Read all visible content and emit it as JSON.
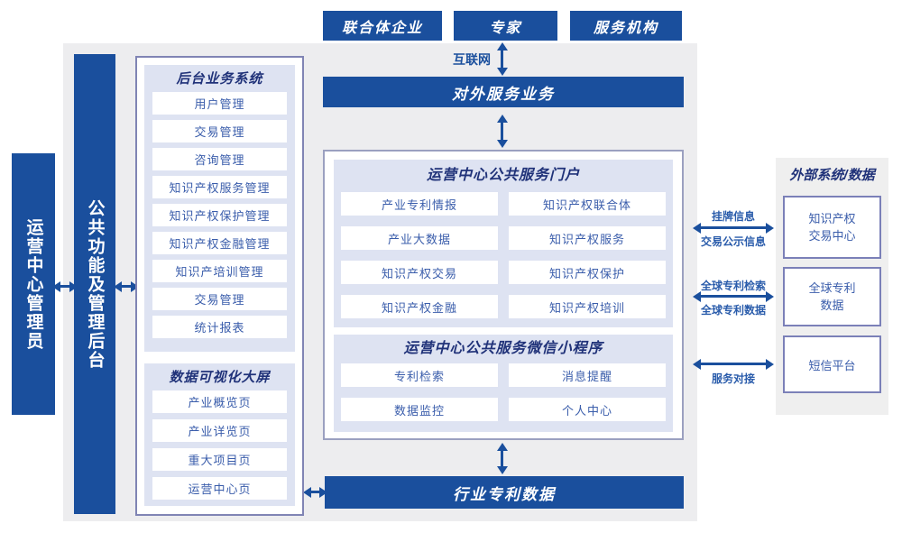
{
  "colors": {
    "primary_blue": "#1a4f9d",
    "item_text_blue": "#3a5dab",
    "heading_navy": "#203279",
    "lavender_bg": "#dee3f2",
    "panel_gray": "#ededef",
    "border_purple": "#8084b4"
  },
  "top_actors": [
    "联合体企业",
    "专家",
    "服务机构"
  ],
  "internet_label": "互联网",
  "external_service_bar": "对外服务业务",
  "admin_sidebar": {
    "admin_label": "运营中心管理员",
    "backend_bar_label": "公共功能及管理后台"
  },
  "backend_system": {
    "title": "后台业务系统",
    "items": [
      "用户管理",
      "交易管理",
      "咨询管理",
      "知识产权服务管理",
      "知识产权保护管理",
      "知识产权金融管理",
      "知识产培训管理",
      "交易管理",
      "统计报表"
    ]
  },
  "dashboard": {
    "title": "数据可视化大屏",
    "items": [
      "产业概览页",
      "产业详览页",
      "重大项目页",
      "运营中心页"
    ]
  },
  "portal": {
    "title": "运营中心公共服务门户",
    "items": [
      "产业专利情报",
      "知识产权联合体",
      "产业大数据",
      "知识产权服务",
      "知识产权交易",
      "知识产权保护",
      "知识产权金融",
      "知识产权培训"
    ]
  },
  "miniprogram": {
    "title": "运营中心公共服务微信小程序",
    "items": [
      "专利检索",
      "消息提醒",
      "数据监控",
      "个人中心"
    ]
  },
  "bottom_bar": "行业专利数据",
  "external": {
    "title": "外部系统/数据",
    "systems": [
      "知识产权交易中心",
      "全球专利数据",
      "短信平台"
    ],
    "link_labels": {
      "trade_top": "挂牌信息",
      "trade_bottom": "交易公示信息",
      "patent_top": "全球专利检索",
      "patent_bottom": "全球专利数据",
      "sms_bottom": "服务对接"
    }
  }
}
